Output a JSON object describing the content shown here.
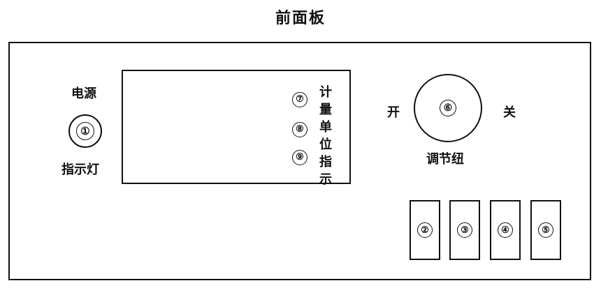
{
  "title": "前面板",
  "power": {
    "label": "电源",
    "indicator_number": "①",
    "indicator_label": "指示灯"
  },
  "display": {
    "indicators": [
      "⑦",
      "⑧",
      "⑨"
    ],
    "label": "计量单位指示"
  },
  "knob": {
    "number": "⑥",
    "on_label": "开",
    "off_label": "关",
    "label": "调节纽"
  },
  "keys": [
    "②",
    "③",
    "④",
    "⑤"
  ]
}
